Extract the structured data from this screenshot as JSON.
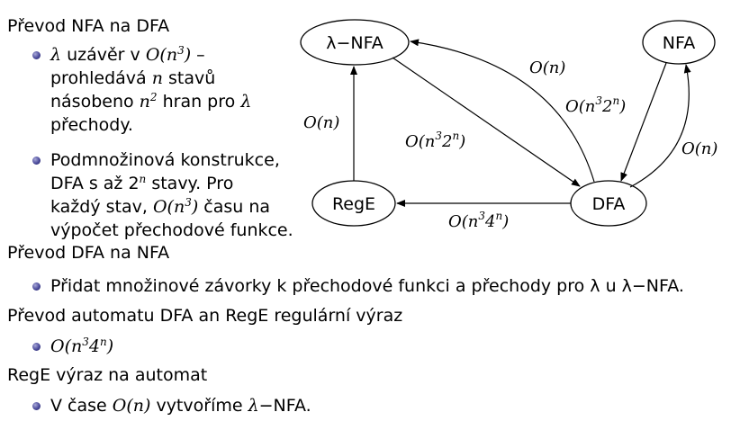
{
  "sections": {
    "s1_heading": "Převod NFA na DFA",
    "s1_b1": {
      "l1_pre": "λ uzávěr v ",
      "l1_math": "O(n",
      "l1_sup": "3",
      "l1_post": ") –",
      "l2_pre": "prohledává ",
      "l2_n": "n",
      "l2_post": " stavů",
      "l3_pre": "násobeno ",
      "l3_n": "n",
      "l3_sup": "2",
      "l3_post": " hran pro λ",
      "l4": "přechody."
    },
    "s1_b2": {
      "l1": "Podmnožinová konstrukce,",
      "l2_pre": "DFA s až 2",
      "l2_sup": "n",
      "l2_post": " stavy. Pro",
      "l3_pre": "každý stav, ",
      "l3_math": "O(n",
      "l3_sup": "3",
      "l3_post": ") času na",
      "l4": "výpočet přechodové funkce."
    },
    "s2_heading": "Převod DFA na NFA",
    "s2_b1": "Přidat množinové závorky k přechodové funkci a přechody pro λ u λ−NFA.",
    "s3_heading": "Převod automatu DFA an RegE regulární výraz",
    "s3_b1_math": "O(n",
    "s3_b1_sup1": "3",
    "s3_b1_mid": "4",
    "s3_b1_sup2": "n",
    "s3_b1_end": ")",
    "s4_heading": "RegE výraz na automat",
    "s4_b1_pre": "V čase ",
    "s4_b1_math": "O(n)",
    "s4_b1_post": " vytvoříme λ−NFA."
  },
  "diagram": {
    "nodes": {
      "lambda_nfa": "λ−NFA",
      "nfa": "NFA",
      "rege": "RegE",
      "dfa": "DFA"
    },
    "edges": {
      "dfa_to_lambda_nfa": "O(n)",
      "lambda_nfa_to_dfa": {
        "base": "O(n",
        "sup1": "3",
        "mid": "2",
        "sup2": "n",
        "end": ")"
      },
      "nfa_to_dfa": {
        "base": "O(n",
        "sup1": "3",
        "mid": "2",
        "sup2": "n",
        "end": ")"
      },
      "dfa_to_nfa": "O(n)",
      "rege_to_lambda_nfa": "O(n)",
      "dfa_to_rege": {
        "base": "O(n",
        "sup1": "3",
        "mid": "4",
        "sup2": "n",
        "end": ")"
      }
    }
  }
}
